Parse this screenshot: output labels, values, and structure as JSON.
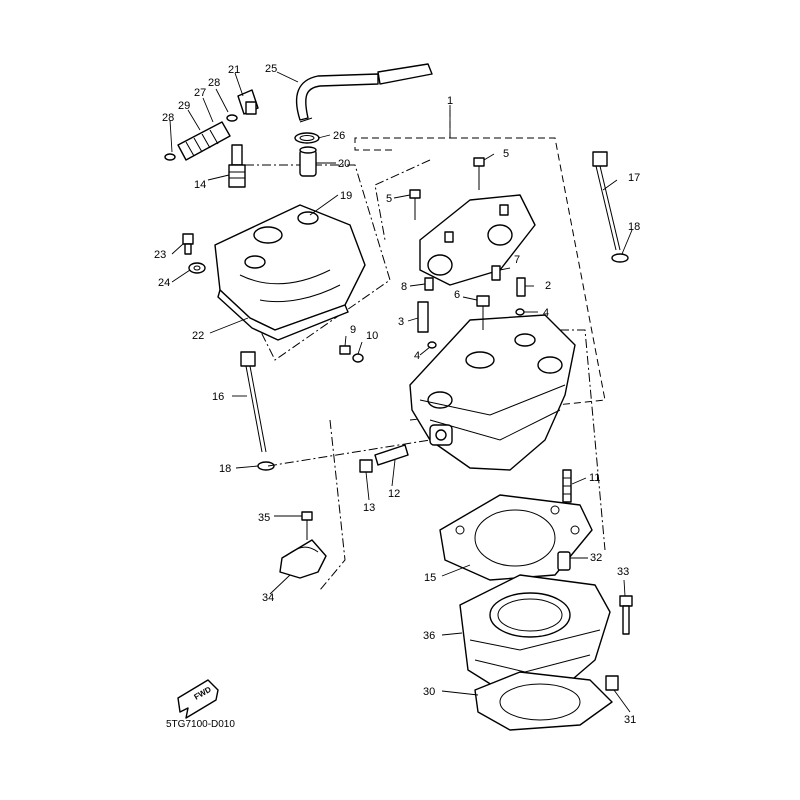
{
  "diagram": {
    "part_code": "5TG7100-D010",
    "fwd_label": "FWD",
    "labels": [
      {
        "id": "1",
        "text": "1"
      },
      {
        "id": "2",
        "text": "2"
      },
      {
        "id": "3",
        "text": "3"
      },
      {
        "id": "4a",
        "text": "4"
      },
      {
        "id": "4b",
        "text": "4"
      },
      {
        "id": "5a",
        "text": "5"
      },
      {
        "id": "5b",
        "text": "5"
      },
      {
        "id": "6",
        "text": "6"
      },
      {
        "id": "7",
        "text": "7"
      },
      {
        "id": "8",
        "text": "8"
      },
      {
        "id": "9",
        "text": "9"
      },
      {
        "id": "10",
        "text": "10"
      },
      {
        "id": "11",
        "text": "11"
      },
      {
        "id": "12",
        "text": "12"
      },
      {
        "id": "13",
        "text": "13"
      },
      {
        "id": "14",
        "text": "14"
      },
      {
        "id": "15",
        "text": "15"
      },
      {
        "id": "16",
        "text": "16"
      },
      {
        "id": "17",
        "text": "17"
      },
      {
        "id": "18a",
        "text": "18"
      },
      {
        "id": "18b",
        "text": "18"
      },
      {
        "id": "19",
        "text": "19"
      },
      {
        "id": "20",
        "text": "20"
      },
      {
        "id": "21",
        "text": "21"
      },
      {
        "id": "22",
        "text": "22"
      },
      {
        "id": "23",
        "text": "23"
      },
      {
        "id": "24",
        "text": "24"
      },
      {
        "id": "25",
        "text": "25"
      },
      {
        "id": "26",
        "text": "26"
      },
      {
        "id": "27",
        "text": "27"
      },
      {
        "id": "28a",
        "text": "28"
      },
      {
        "id": "28b",
        "text": "28"
      },
      {
        "id": "29",
        "text": "29"
      },
      {
        "id": "30",
        "text": "30"
      },
      {
        "id": "31",
        "text": "31"
      },
      {
        "id": "32",
        "text": "32"
      },
      {
        "id": "33",
        "text": "33"
      },
      {
        "id": "34",
        "text": "34"
      },
      {
        "id": "35",
        "text": "35"
      },
      {
        "id": "36",
        "text": "36"
      }
    ]
  }
}
